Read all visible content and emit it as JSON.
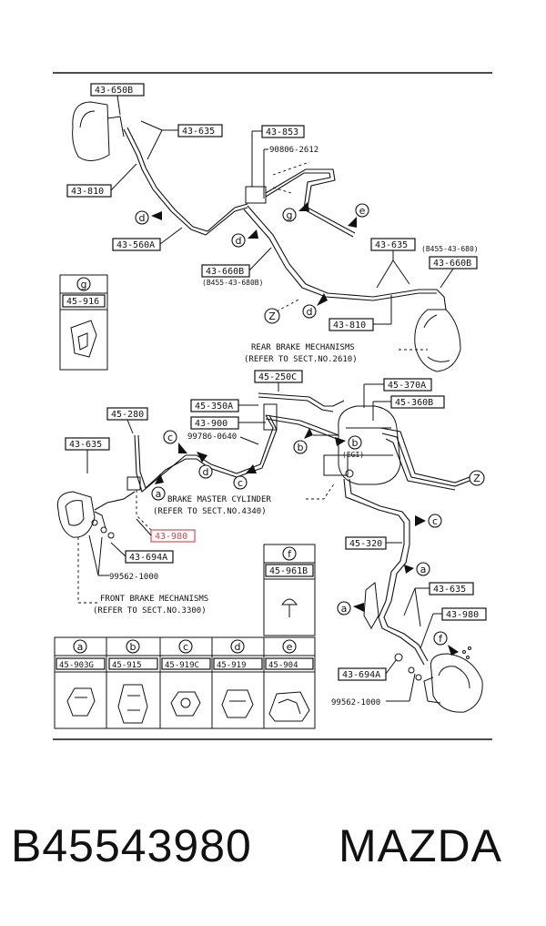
{
  "callouts": {
    "c43650B": "43-650B",
    "c43635a": "43-635",
    "c43853": "43-853",
    "c90806": "90806-2612",
    "c43810a": "43-810",
    "c43560A": "43-560A",
    "c43660Ba": "43-660B",
    "c43660Ba_sub": "(B455-43-680B)",
    "c43635b": "43-635",
    "c43660Bb_sub": "(B455-43-680)",
    "c43660Bb": "43-660B",
    "c43810b": "43-810",
    "c45250C": "45-250C",
    "c45370A": "45-370A",
    "c45350A": "45-350A",
    "c45360B": "45-360B",
    "c45280": "45-280",
    "c43900": "43-900",
    "c99786": "99786-0640",
    "c43635c": "43-635",
    "c43980a": "43-980",
    "c43694Aa": "43-694A",
    "c99562a": "99562-1000",
    "c45320": "45-320",
    "c43635d": "43-635",
    "c43980b": "43-980",
    "c43694Ab": "43-694A",
    "c99562b": "99562-1000",
    "egi": "(EGI)"
  },
  "notes": {
    "rear_line1": "REAR BRAKE MECHANISMS",
    "rear_line2": "(REFER TO SECT.NO.2610)",
    "master_line1": "BRAKE MASTER CYLINDER",
    "master_line2": "(REFER TO SECT.NO.4340)",
    "front_line1": "FRONT BRAKE MECHANISMS",
    "front_line2": "(REFER TO SECT.NO.3300)"
  },
  "markers": {
    "a": "a",
    "b": "b",
    "c": "c",
    "d": "d",
    "e": "e",
    "f": "f",
    "g": "g",
    "z": "Z"
  },
  "clip_g": {
    "letter": "g",
    "part": "45-916"
  },
  "clip_f": {
    "letter": "f",
    "part": "45-961B"
  },
  "clip_table": [
    {
      "letter": "a",
      "part": "45-903G"
    },
    {
      "letter": "b",
      "part": "45-915"
    },
    {
      "letter": "c",
      "part": "45-919C"
    },
    {
      "letter": "d",
      "part": "45-919"
    },
    {
      "letter": "e",
      "part": "45-904"
    }
  ],
  "footer": {
    "part_number": "B45543980",
    "brand": "MAZDA"
  }
}
